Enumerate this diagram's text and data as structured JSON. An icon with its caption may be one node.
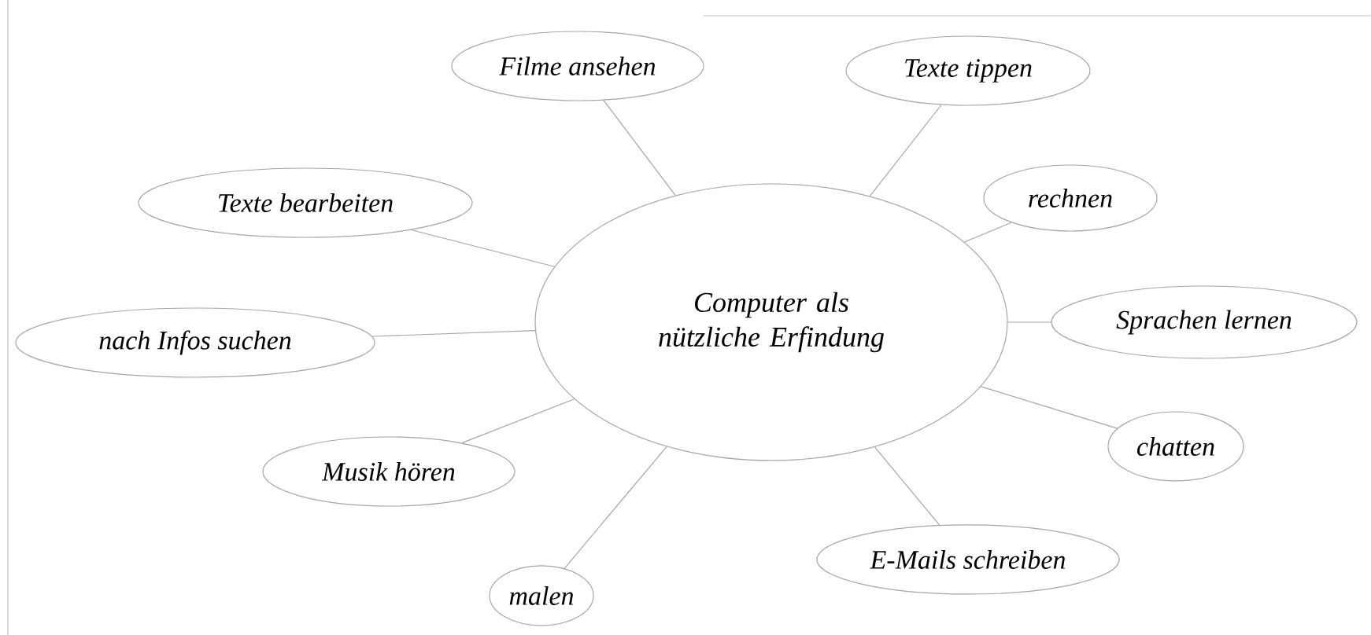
{
  "diagram": {
    "nodes": [
      {
        "text": [
          "Computer als nützliche Erfindung"
        ]
      },
      {
        "text": [
          "Filme ansehen"
        ]
      },
      {
        "text": [
          "Texte tippen"
        ]
      },
      {
        "text": [
          "rechnen"
        ]
      },
      {
        "text": [
          "Sprachen lernen"
        ]
      },
      {
        "text": [
          "chatten"
        ]
      },
      {
        "text": [
          "E-Mails schreiben"
        ]
      },
      {
        "text": [
          "malen"
        ]
      },
      {
        "text": [
          "Musik hören"
        ]
      },
      {
        "text": [
          "nach Infos suchen"
        ]
      },
      {
        "text": [
          "Texte bearbeiten"
        ]
      }
    ],
    "edges": [
      {
        "from": 0,
        "to": 1,
        "arrow": "none"
      },
      {
        "from": 0,
        "to": 2,
        "arrow": "none"
      },
      {
        "from": 0,
        "to": 3,
        "arrow": "none"
      },
      {
        "from": 0,
        "to": 4,
        "arrow": "none"
      },
      {
        "from": 0,
        "to": 5,
        "arrow": "none"
      },
      {
        "from": 0,
        "to": 6,
        "arrow": "none"
      },
      {
        "from": 0,
        "to": 7,
        "arrow": "none"
      },
      {
        "from": 0,
        "to": 8,
        "arrow": "none"
      },
      {
        "from": 0,
        "to": 9,
        "arrow": "none"
      },
      {
        "from": 0,
        "to": 10,
        "arrow": "none"
      }
    ]
  }
}
